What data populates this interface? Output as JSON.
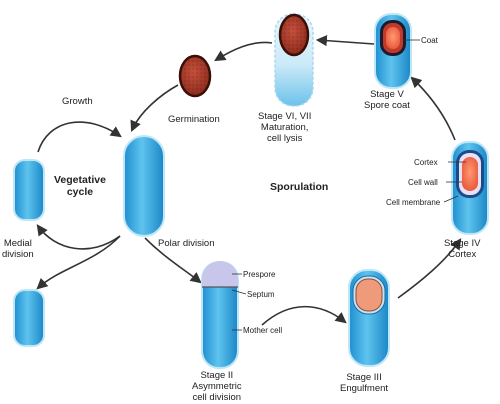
{
  "labels": {
    "growth": "Growth",
    "vegetative_cycle": "Vegetative\ncycle",
    "medial_division": "Medial\ndivision",
    "germination": "Germination",
    "polar_division": "Polar division",
    "sporulation": "Sporulation",
    "stage_vi_vii": "Stage VI, VII\nMaturation,\ncell lysis",
    "stage_v": "Stage V\nSpore coat",
    "coat": "Coat",
    "cortex": "Cortex",
    "cell_wall": "Cell wall",
    "cell_membrane": "Cell membrane",
    "stage_iv": "Stage IV\nCortex",
    "stage_iii": "Stage III\nEngulfment",
    "stage_ii": "Stage II\nAsymmetric\ncell division",
    "prespore": "Prespore",
    "septum": "Septum",
    "mother_cell": "Mother cell"
  },
  "colors": {
    "cell_blue": "#3aa8dc",
    "cell_light": "#bfe6f7",
    "spore_red": "#a83a2a",
    "spore_dark": "#5a1a12",
    "arrow": "#333333"
  }
}
